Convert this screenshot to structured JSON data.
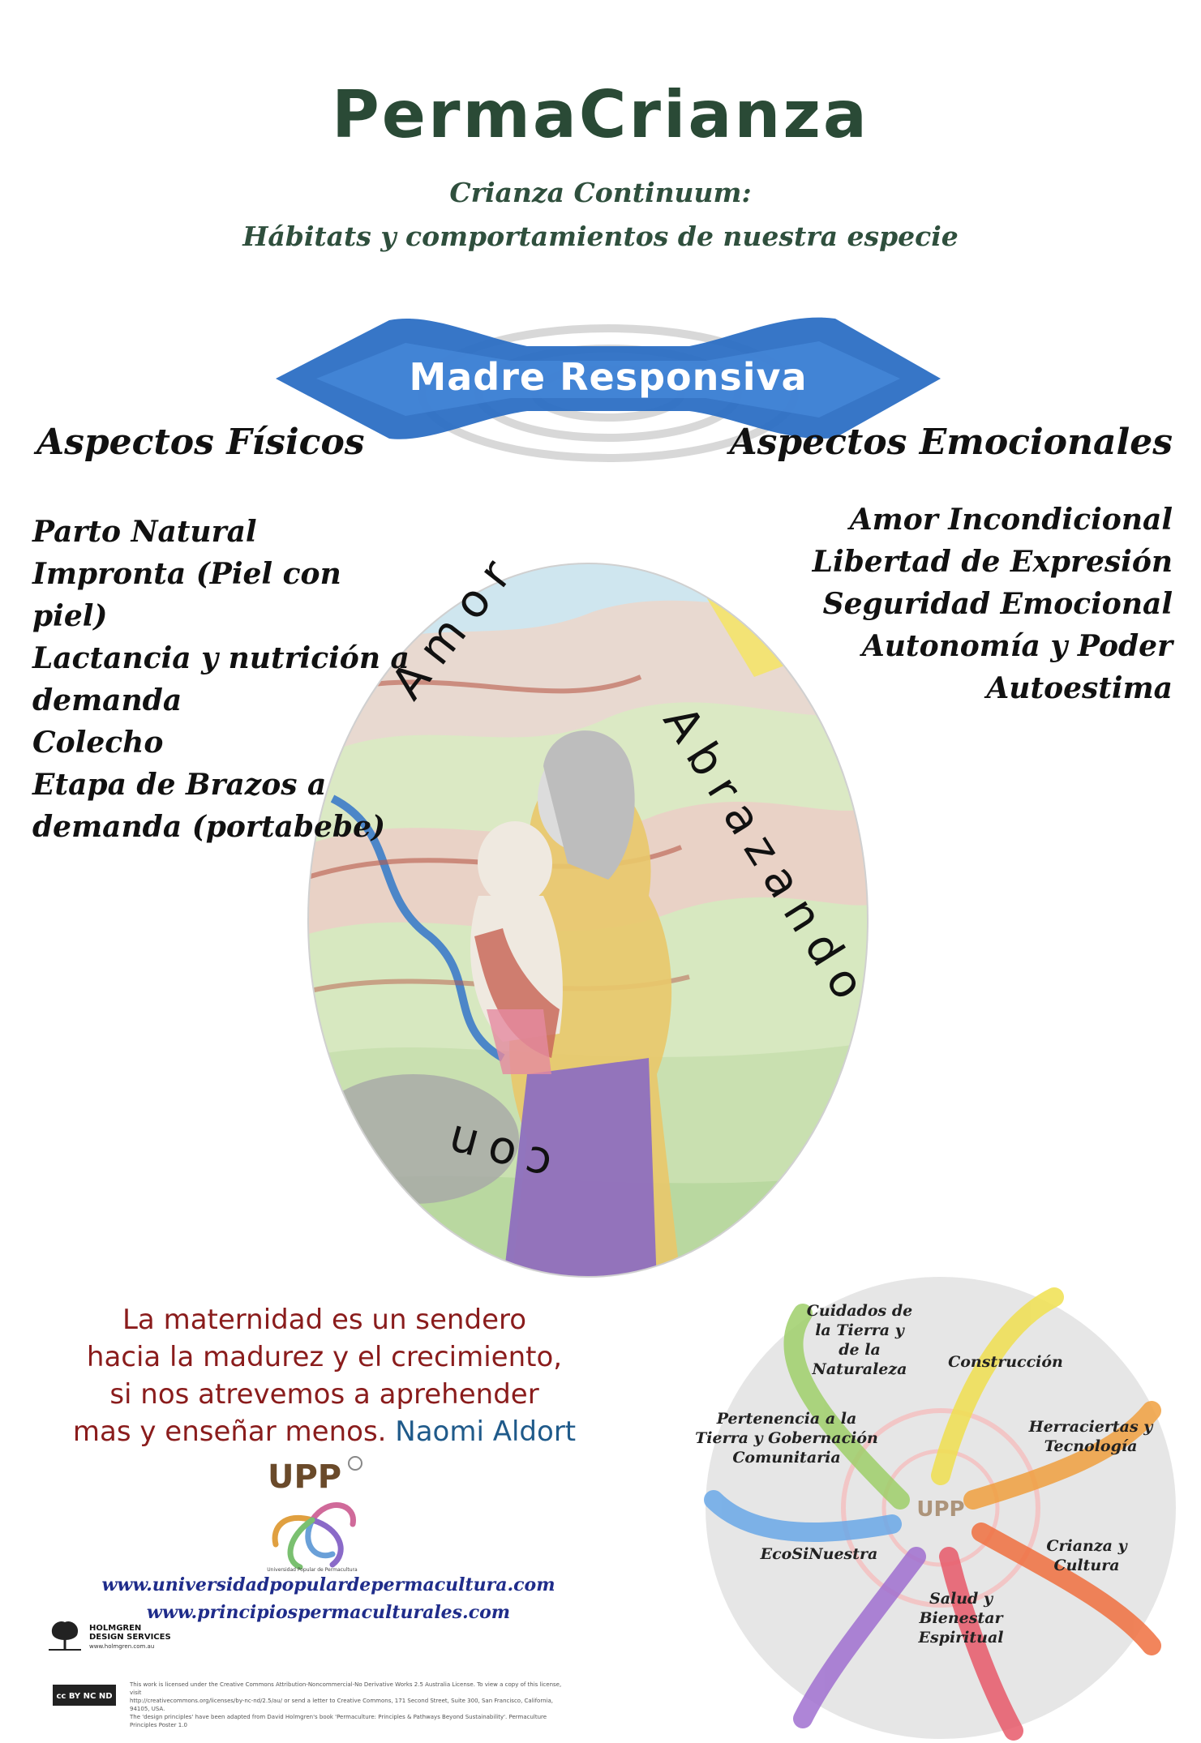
{
  "header": {
    "title": "PermaCrianza",
    "subtitle_line1": "Crianza Continuum:",
    "subtitle_line2": "Hábitats y comportamientos de nuestra especie"
  },
  "banner": {
    "text": "Madre Responsiva",
    "color": "#2c6fc4"
  },
  "physical": {
    "heading": "Aspectos Físicos",
    "items": [
      "Parto Natural",
      "Impronta (Piel con piel)",
      "Lactancia y nutrición a demanda",
      "Colecho",
      "Etapa de Brazos a demanda (portabebe)"
    ]
  },
  "emotional": {
    "heading": "Aspectos Emocionales",
    "items": [
      "Amor Incondicional",
      "Libertad de Expresión",
      "Seguridad Emocional",
      "Autonomía y Poder",
      "Autoestima"
    ]
  },
  "illustration": {
    "word1": "Amor",
    "word2": "Abrazando",
    "word3": "con"
  },
  "quote": {
    "line1": "La maternidad es un sendero",
    "line2": "hacia la madurez y el crecimiento,",
    "line3": "si nos atrevemos a aprehender",
    "line4": "mas y enseñar menos.",
    "author": "Naomi Aldort"
  },
  "logo": {
    "text": "UPP",
    "caption": "Universidad Popular de Permacultura"
  },
  "urls": [
    "www.universidadpopulardepermacultura.com",
    "www.principiospermaculturales.com"
  ],
  "holmgren": {
    "name": "HOLMGREN DESIGN SERVICES",
    "url": "www.holmgren.com.au"
  },
  "license": {
    "badge": "cc BY NC ND",
    "line1": "This work is licensed under the Creative Commons Attribution-Noncommercial-No Derivative Works 2.5 Australia License. To view a copy of this license, visit",
    "line2": "http://creativecommons.org/licenses/by-nc-nd/2.5/au/ or send a letter to Creative Commons, 171 Second Street, Suite 300, San Francisco, California, 94105, USA.",
    "line3": "The 'design principles' have been adapted from David Holmgren's book 'Permaculture: Principles & Pathways Beyond Sustainability'. Permaculture Principles Poster 1.0"
  },
  "flower": {
    "center": "UPP",
    "petals": [
      {
        "line1": "Cuidados de",
        "line2": "la Tierra y",
        "line3": "de la",
        "line4": "Naturaleza"
      },
      {
        "line1": "Construcción"
      },
      {
        "line1": "Herraciertas y",
        "line2": "Tecnología"
      },
      {
        "line1": "Crianza y",
        "line2": "Cultura"
      },
      {
        "line1": "Salud y",
        "line2": "Bienestar",
        "line3": "Espiritual"
      },
      {
        "line1": "EcoSiNuestra"
      },
      {
        "line1": "Pertenencia a la",
        "line2": "Tierra y Gobernación",
        "line3": "Comunitaria"
      }
    ]
  }
}
